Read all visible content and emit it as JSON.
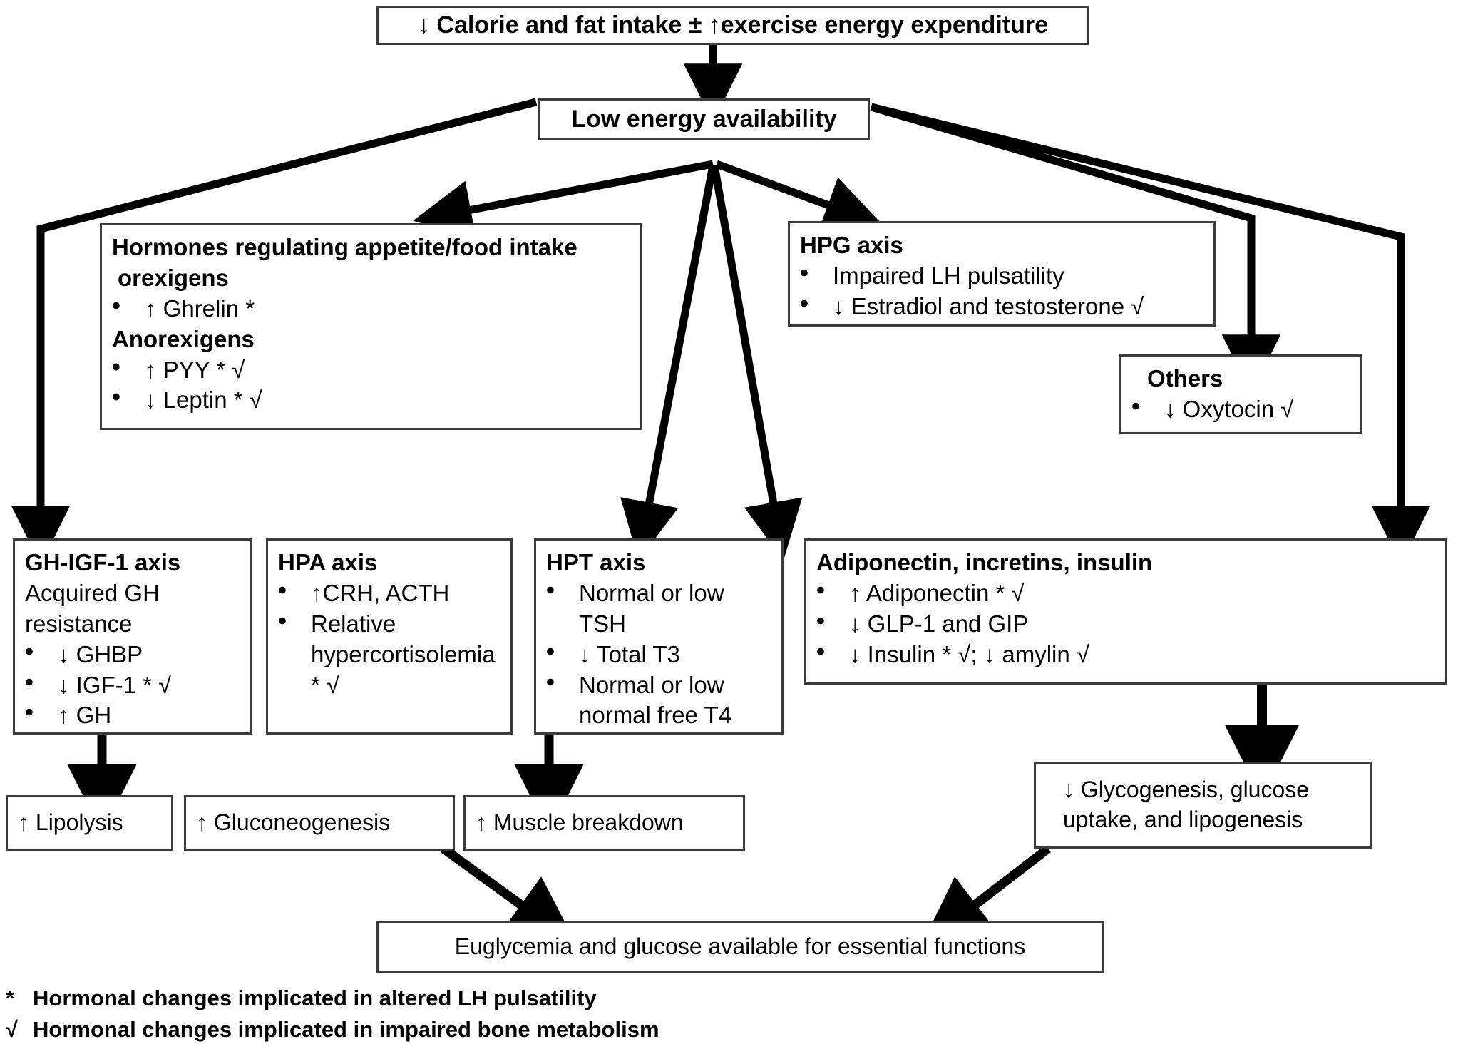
{
  "figure": {
    "title_box": "↓ Calorie and fat intake ± ↑exercise energy expenditure",
    "low_energy": "Low energy availability"
  },
  "boxes": {
    "hormones": {
      "title": "Hormones regulating appetite/food intake",
      "sub1": "orexigens",
      "items1": [
        "↑ Ghrelin *"
      ],
      "sub2": "Anorexigens",
      "items2": [
        "↑ PYY * √",
        "↓ Leptin * √"
      ]
    },
    "hpg": {
      "title": "HPG axis",
      "items": [
        "Impaired LH pulsatility",
        "↓ Estradiol and testosterone √"
      ]
    },
    "others": {
      "title": "Others",
      "items": [
        "↓ Oxytocin √"
      ]
    },
    "ghigf": {
      "title": "GH-IGF-1 axis",
      "subtitle": "Acquired GH resistance",
      "items": [
        "↓ GHBP",
        "↓ IGF-1 * √",
        "↑ GH"
      ]
    },
    "hpa": {
      "title": "HPA axis",
      "items": [
        "↑CRH, ACTH",
        "Relative hypercortisolemia * √"
      ]
    },
    "hpt": {
      "title": "HPT axis",
      "items": [
        "Normal or low TSH",
        "↓ Total T3",
        "Normal or low normal free T4"
      ]
    },
    "adipo": {
      "title": "Adiponectin, incretins, insulin",
      "items": [
        "↑ Adiponectin * √",
        "↓ GLP-1 and GIP",
        "↓ Insulin * √; ↓ amylin √"
      ]
    },
    "lipolysis": "↑ Lipolysis",
    "gluconeogenesis": "↑ Gluconeogenesis",
    "muscle": "↑ Muscle breakdown",
    "glycogenesis": "↓ Glycogenesis, glucose uptake, and lipogenesis",
    "euglycemia": "Euglycemia and glucose available for essential functions"
  },
  "legend": [
    {
      "mark": "*",
      "text": "Hormonal changes implicated in altered LH pulsatility"
    },
    {
      "mark": "√",
      "text": "Hormonal changes implicated in impaired bone metabolism"
    }
  ],
  "icons": {
    "bullet": "•",
    "arrow_up": "↑",
    "arrow_down": "↓"
  },
  "colors": {
    "stroke": "#000000",
    "box_border": "#3b3b3b",
    "background": "#ffffff"
  }
}
